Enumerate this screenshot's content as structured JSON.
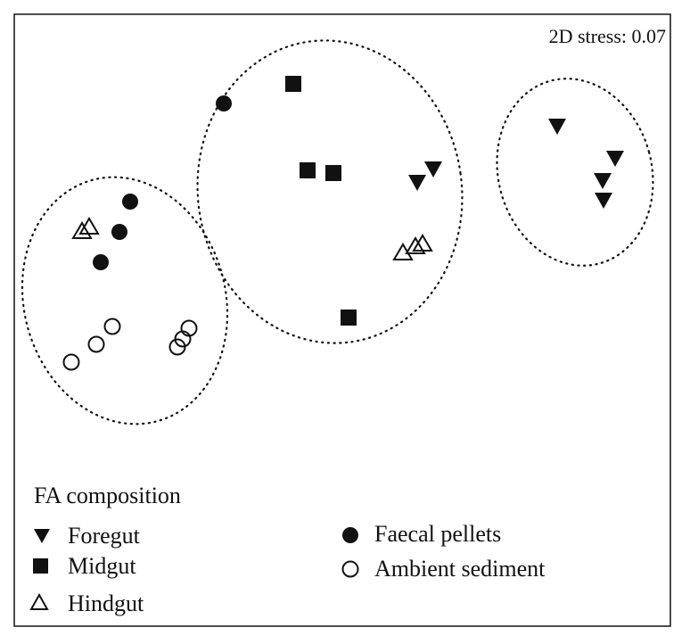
{
  "chart_data": {
    "type": "scatter",
    "stress_label": "2D stress: 0.07",
    "legend": {
      "title": "FA composition",
      "placement": "bottom-left",
      "entries": [
        {
          "series": "foregut",
          "label": "Foregut",
          "marker": "filled-down-triangle"
        },
        {
          "series": "midgut",
          "label": "Midgut",
          "marker": "filled-square"
        },
        {
          "series": "hindgut",
          "label": "Hindgut",
          "marker": "open-up-triangle"
        },
        {
          "series": "faecal",
          "label": "Faecal pellets",
          "marker": "filled-circle"
        },
        {
          "series": "sediment",
          "label": "Ambient sediment",
          "marker": "open-circle"
        }
      ]
    },
    "axes": {
      "visible": false,
      "grid": false
    },
    "series": [
      {
        "key": "foregut",
        "name": "Foregut",
        "marker": "filled-down-triangle",
        "points": [
          [
            625,
            142
          ],
          [
            690,
            178
          ],
          [
            486,
            190
          ],
          [
            676,
            203
          ],
          [
            468,
            205
          ],
          [
            677,
            225
          ]
        ]
      },
      {
        "key": "midgut",
        "name": "Midgut",
        "marker": "filled-square",
        "points": [
          [
            329,
            94
          ],
          [
            345,
            191
          ],
          [
            374,
            194
          ],
          [
            391,
            356
          ]
        ]
      },
      {
        "key": "hindgut",
        "name": "Hindgut",
        "marker": "open-up-triangle",
        "points": [
          [
            92,
            259
          ],
          [
            100,
            254
          ],
          [
            452,
            283
          ],
          [
            466,
            276
          ],
          [
            474,
            273
          ]
        ]
      },
      {
        "key": "faecal",
        "name": "Faecal pellets",
        "marker": "filled-circle",
        "points": [
          [
            251,
            116
          ],
          [
            146,
            226
          ],
          [
            134,
            260
          ],
          [
            113,
            294
          ]
        ]
      },
      {
        "key": "sediment",
        "name": "Ambient sediment",
        "marker": "open-circle",
        "points": [
          [
            126,
            366
          ],
          [
            108,
            386
          ],
          [
            80,
            406
          ],
          [
            212,
            368
          ],
          [
            205,
            380
          ],
          [
            199,
            389
          ]
        ]
      }
    ],
    "groups": [
      {
        "name": "group-left",
        "encircles": [
          "hindgut",
          "faecal",
          "sediment"
        ]
      },
      {
        "name": "group-middle",
        "encircles": [
          "faecal",
          "midgut",
          "foregut",
          "hindgut"
        ]
      },
      {
        "name": "group-right",
        "encircles": [
          "foregut"
        ]
      }
    ]
  }
}
